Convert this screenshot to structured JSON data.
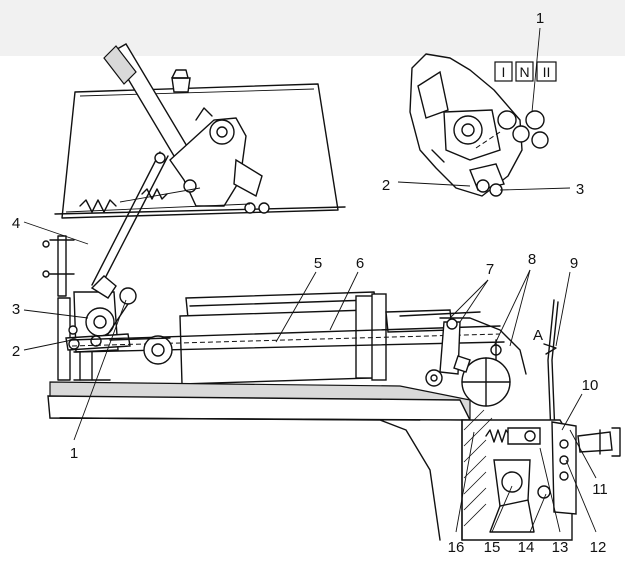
{
  "gear_positions": [
    "I",
    "N",
    "II"
  ],
  "callouts": [
    "1",
    "2",
    "3",
    "4",
    "5",
    "6",
    "7",
    "8",
    "9",
    "10",
    "11",
    "12",
    "13",
    "14",
    "15",
    "16"
  ],
  "direction_label": "A"
}
